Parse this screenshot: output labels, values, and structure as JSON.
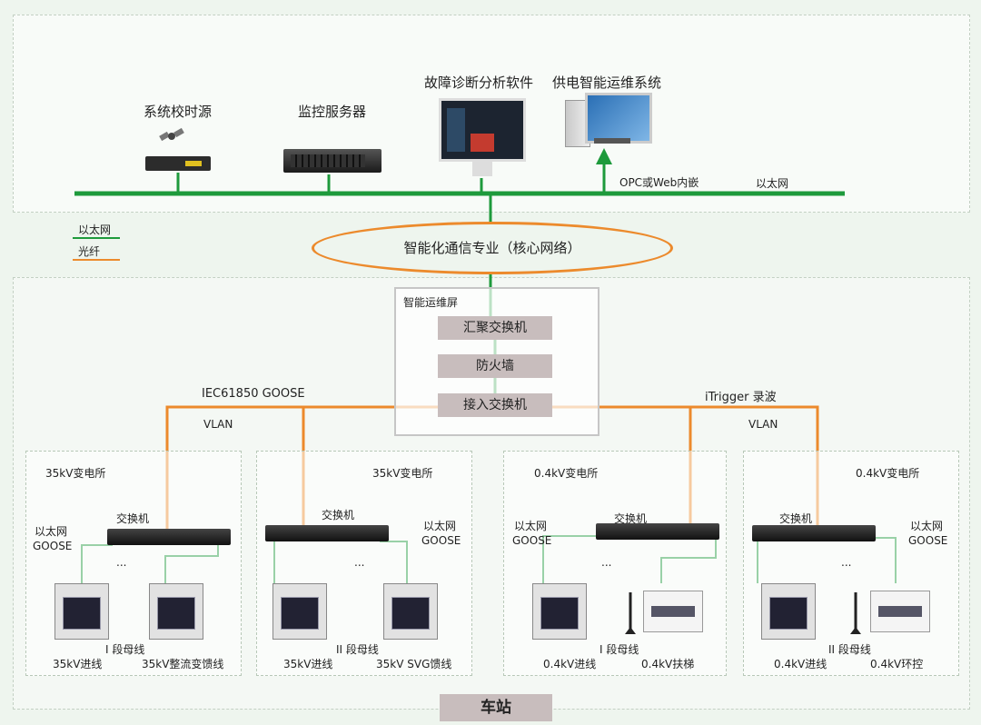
{
  "top": {
    "time_source": "系统校时源",
    "monitor_server": "监控服务器",
    "diag_software": "故障诊断分析软件",
    "ops_system": "供电智能运维系统",
    "opc_label": "OPC或Web内嵌",
    "ethernet_label": "以太网"
  },
  "legend": {
    "ethernet": "以太网",
    "fiber": "光纤"
  },
  "core_network": "智能化通信专业（核心网络）",
  "ops_screen": {
    "title": "智能运维屏",
    "aggregation_switch": "汇聚交换机",
    "firewall": "防火墙",
    "access_switch": "接入交换机"
  },
  "links": {
    "left_protocol": "IEC61850 GOOSE",
    "right_protocol": "iTrigger 录波",
    "vlan": "VLAN"
  },
  "substations": [
    {
      "name": "35kV变电所",
      "switch": "交换机",
      "net1": "以太网",
      "net2": "GOOSE",
      "ellipsis": "...",
      "bus": "I 段母线",
      "left_feeder": "35kV进线",
      "right_feeder": "35kV整流变馈线"
    },
    {
      "name": "35kV变电所",
      "switch": "交换机",
      "net1": "以太网",
      "net2": "GOOSE",
      "ellipsis": "...",
      "bus": "II 段母线",
      "left_feeder": "35kV进线",
      "right_feeder": "35kV SVG馈线"
    },
    {
      "name": "0.4kV变电所",
      "switch": "交换机",
      "net1": "以太网",
      "net2": "GOOSE",
      "ellipsis": "...",
      "bus": "I 段母线",
      "left_feeder": "0.4kV进线",
      "right_feeder": "0.4kV扶梯"
    },
    {
      "name": "0.4kV变电所",
      "switch": "交换机",
      "net1": "以太网",
      "net2": "GOOSE",
      "ellipsis": "...",
      "bus": "II 段母线",
      "left_feeder": "0.4kV进线",
      "right_feeder": "0.4kV环控"
    }
  ],
  "station": "车站",
  "colors": {
    "ethernet": "#1e9a3c",
    "fiber": "#ec8a2c"
  }
}
